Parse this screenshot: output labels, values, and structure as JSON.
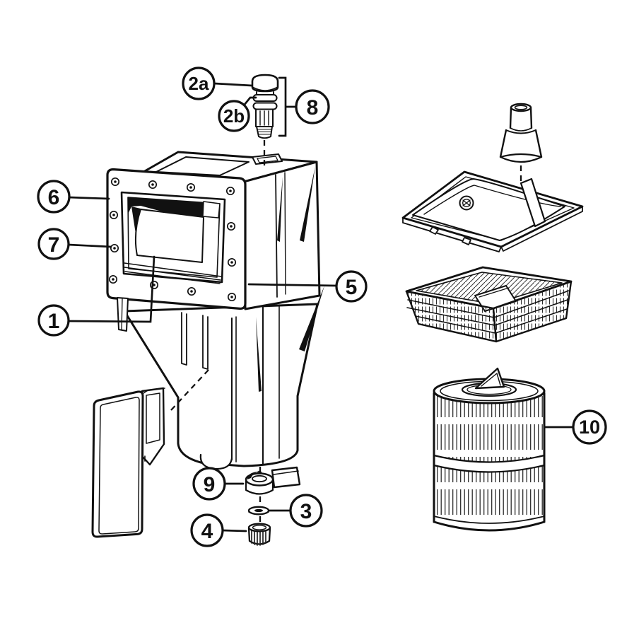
{
  "diagram": {
    "background": "#ffffff",
    "line_color": "#111111",
    "shadow_color": "#111111",
    "callouts": {
      "n1": "1",
      "n2a": "2a",
      "n2b": "2b",
      "n3": "3",
      "n4": "4",
      "n5": "5",
      "n6": "6",
      "n7": "7",
      "n8": "8",
      "n9": "9",
      "n10": "10"
    }
  }
}
